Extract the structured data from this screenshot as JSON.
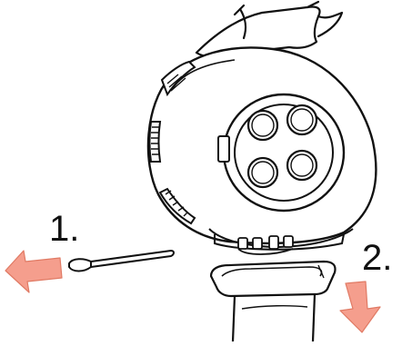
{
  "steps": [
    {
      "label": "1.",
      "action": "slide-out-tool-left"
    },
    {
      "label": "2.",
      "action": "pull-down-cap"
    }
  ],
  "colors": {
    "arrow_fill": "#f59e8d",
    "arrow_stroke": "#e07a64",
    "line": "#111111",
    "background": "#ffffff"
  }
}
